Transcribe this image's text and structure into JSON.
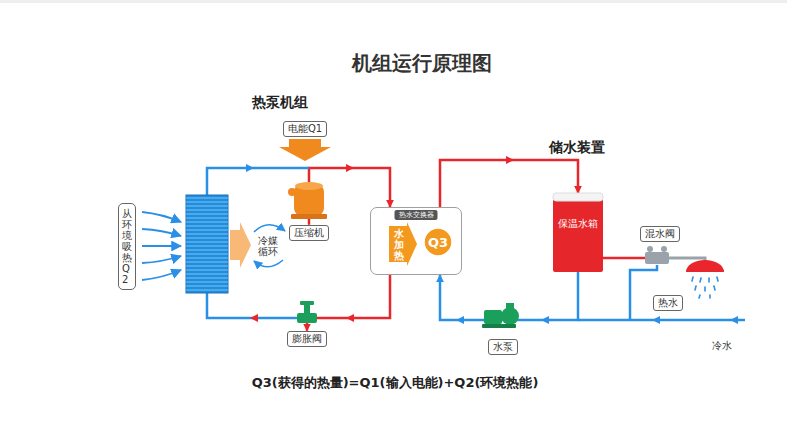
{
  "diagram": {
    "title": "机组运行原理图",
    "caption": "Q3(获得的热量)=Q1(输入电能)+Q2(环境热能)",
    "nodes": [
      {
        "text": [
          "从环境吸热Q2"
        ]
      },
      {
        "text": [
          "电能Q1"
        ]
      },
      {
        "text": [
          "压缩机"
        ]
      },
      {
        "text": [
          "膨胀阀"
        ]
      },
      {
        "text": [
          "热水交换器"
        ]
      },
      {
        "text": [
          "水加热"
        ],
        "in": 4
      },
      {
        "text": [
          "Q3"
        ],
        "in": 4
      },
      {
        "text": [
          "保温水箱"
        ]
      },
      {
        "text": [
          "混水阀"
        ]
      },
      {
        "text": [
          "热水"
        ]
      },
      {
        "text": [
          "水泵"
        ]
      }
    ],
    "edges": [
      {
        "from": 4,
        "to": 7,
        "arrow": "to"
      },
      {
        "from": 7,
        "to": 4,
        "arrow": "to"
      },
      {
        "from": 2,
        "to": 4,
        "arrow": "to"
      },
      {
        "from": 4,
        "to": 3,
        "arrow": "to"
      }
    ],
    "labels": [
      "热泵机组",
      "储水装置",
      "冷媒循环",
      "冷水"
    ]
  }
}
